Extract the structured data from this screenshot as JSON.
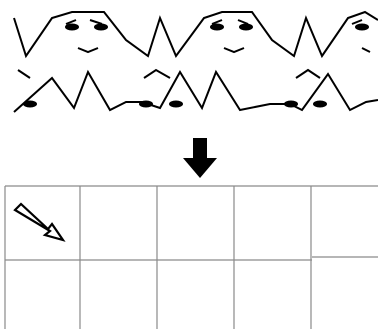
{
  "colors": {
    "ink": "#000000",
    "grid_line": "#8a8a8a",
    "background": "#ffffff"
  },
  "pattern": {
    "rows": 2,
    "description_icon": "zigzag-faces-pattern"
  },
  "arrow_icon": "down-arrow-icon",
  "grid": {
    "columns": 5,
    "rows": 2,
    "hint_icon": "diagonal-arrow-icon",
    "hint_cell": "row-1-col-1"
  }
}
